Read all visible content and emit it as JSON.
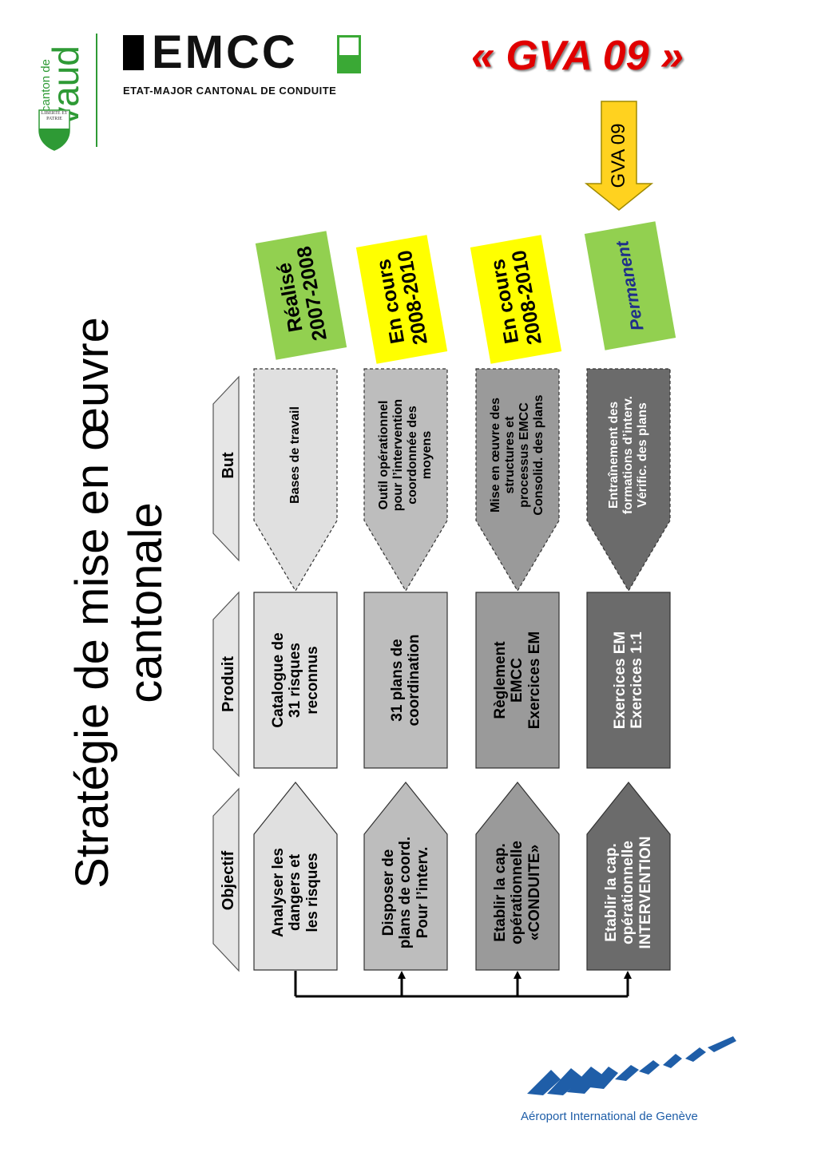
{
  "header": {
    "canton_text_small": "canton de",
    "canton_text_big": "vaud",
    "shield_motto": "LIBERTÉ ET PATRIE",
    "emcc_logo": "EMCC",
    "emcc_subtitle": "ETAT-MAJOR CANTONAL DE CONDUITE",
    "gva_title": "« GVA 09 »"
  },
  "title": "Stratégie de mise en œuvre\ncantonale",
  "gva_arrow_label": "GVA 09",
  "column_headers": {
    "objectif": "Objectif",
    "produit": "Produit",
    "but": "But"
  },
  "status": [
    {
      "text": "Réalisé\n2007-2008",
      "color": "#92d050"
    },
    {
      "text": "En cours\n2008-2010",
      "color": "#ffff00"
    },
    {
      "text": "En cours\n2008-2010",
      "color": "#ffff00"
    },
    {
      "text": "Permanent",
      "color": "#92d050"
    }
  ],
  "rows": [
    {
      "objectif": "Analyser les\ndangers et\nles risques",
      "produit": "Catalogue de\n31 risques\nreconnus",
      "but": "Bases de travail",
      "fill": "#e0e0e0"
    },
    {
      "objectif": "Disposer de\nplans de coord.\nPour l’interv.",
      "produit": "31 plans de\ncoordination",
      "but": "Outil opérationnel\npour l’intervention\ncoordonnée des\nmoyens",
      "fill": "#bdbdbd"
    },
    {
      "objectif": "Etablir la cap.\nopérationnelle\n«CONDUITE»",
      "produit": "Règlement\nEMCC\nExercices EM",
      "but": "Mise en œuvre des\nstructures et\nprocessus EMCC\nConsolid. des plans",
      "fill": "#9a9a9a"
    },
    {
      "objectif": "Etablir la cap.\nopérationnelle\nINTERVENTION",
      "produit": "Exercices EM\nExercices 1:1",
      "but": "Entraînement des\nformations d’interv.\nVérific. des plans",
      "fill": "#6b6b6b"
    }
  ],
  "footer": {
    "airport_name": "Aéroport International de Genève"
  },
  "colors": {
    "vaud_green": "#2e9a35",
    "emcc_green": "#3aa935",
    "gva_red": "#e00000",
    "arrow_yellow": "#ffd21f",
    "airport_blue": "#1f5ea8"
  }
}
